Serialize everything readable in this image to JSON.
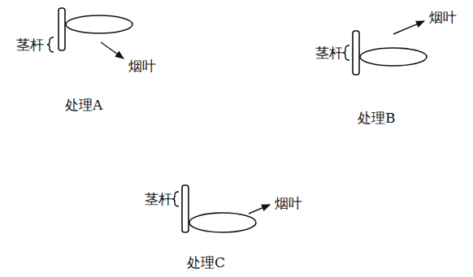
{
  "diagram": {
    "labels": [
      "茎杆",
      "烟叶",
      "处理A",
      "茎杆",
      "烟叶",
      "处理B",
      "茎杆",
      "烟叶",
      "处理C"
    ]
  }
}
